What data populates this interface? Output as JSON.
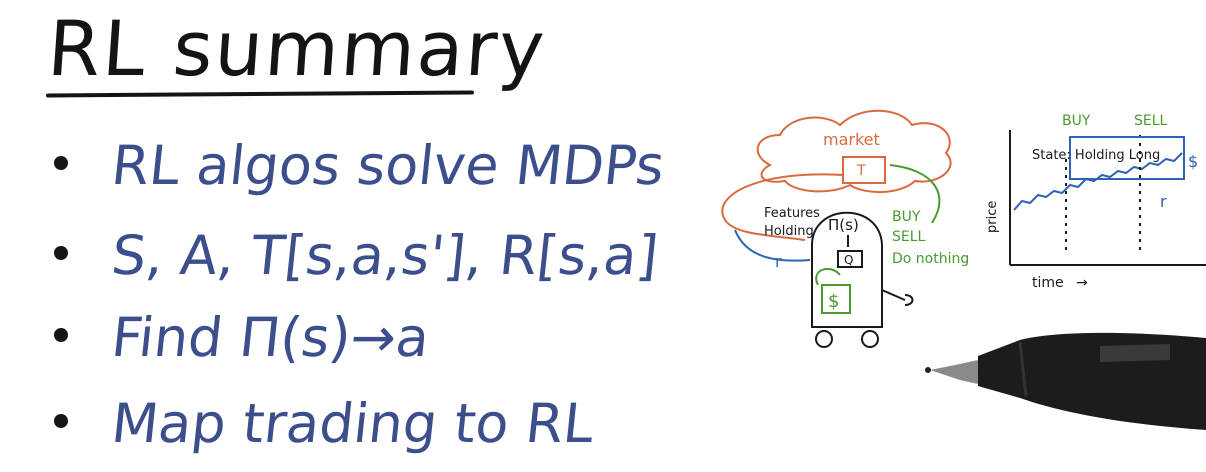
{
  "title": "RL summary",
  "bullets": [
    "RL algos solve MDPs",
    "S, A, T[s,a,s'], R[s,a]",
    "Find Π(s)→a",
    "Map trading to RL"
  ],
  "diagram": {
    "market_label": "market",
    "transition_label": "T",
    "features_label": "Features",
    "holding_label": "Holding",
    "policy_label": "Π(s)",
    "q_label": "Q",
    "dollar_label": "$",
    "r_label": "r",
    "actions": [
      "BUY",
      "SELL",
      "Do nothing"
    ]
  },
  "mini_chart": {
    "buy_label": "BUY",
    "sell_label": "SELL",
    "state_text": "State: Holding Long",
    "dollar_label": "$",
    "r_label": "r",
    "ylabel": "price",
    "xlabel": "time"
  },
  "colors": {
    "title": "#141414",
    "bullet_text": "#3c4f8c",
    "orange": "#d86b3e",
    "green": "#4a9a2e",
    "blue": "#2f62b5"
  }
}
